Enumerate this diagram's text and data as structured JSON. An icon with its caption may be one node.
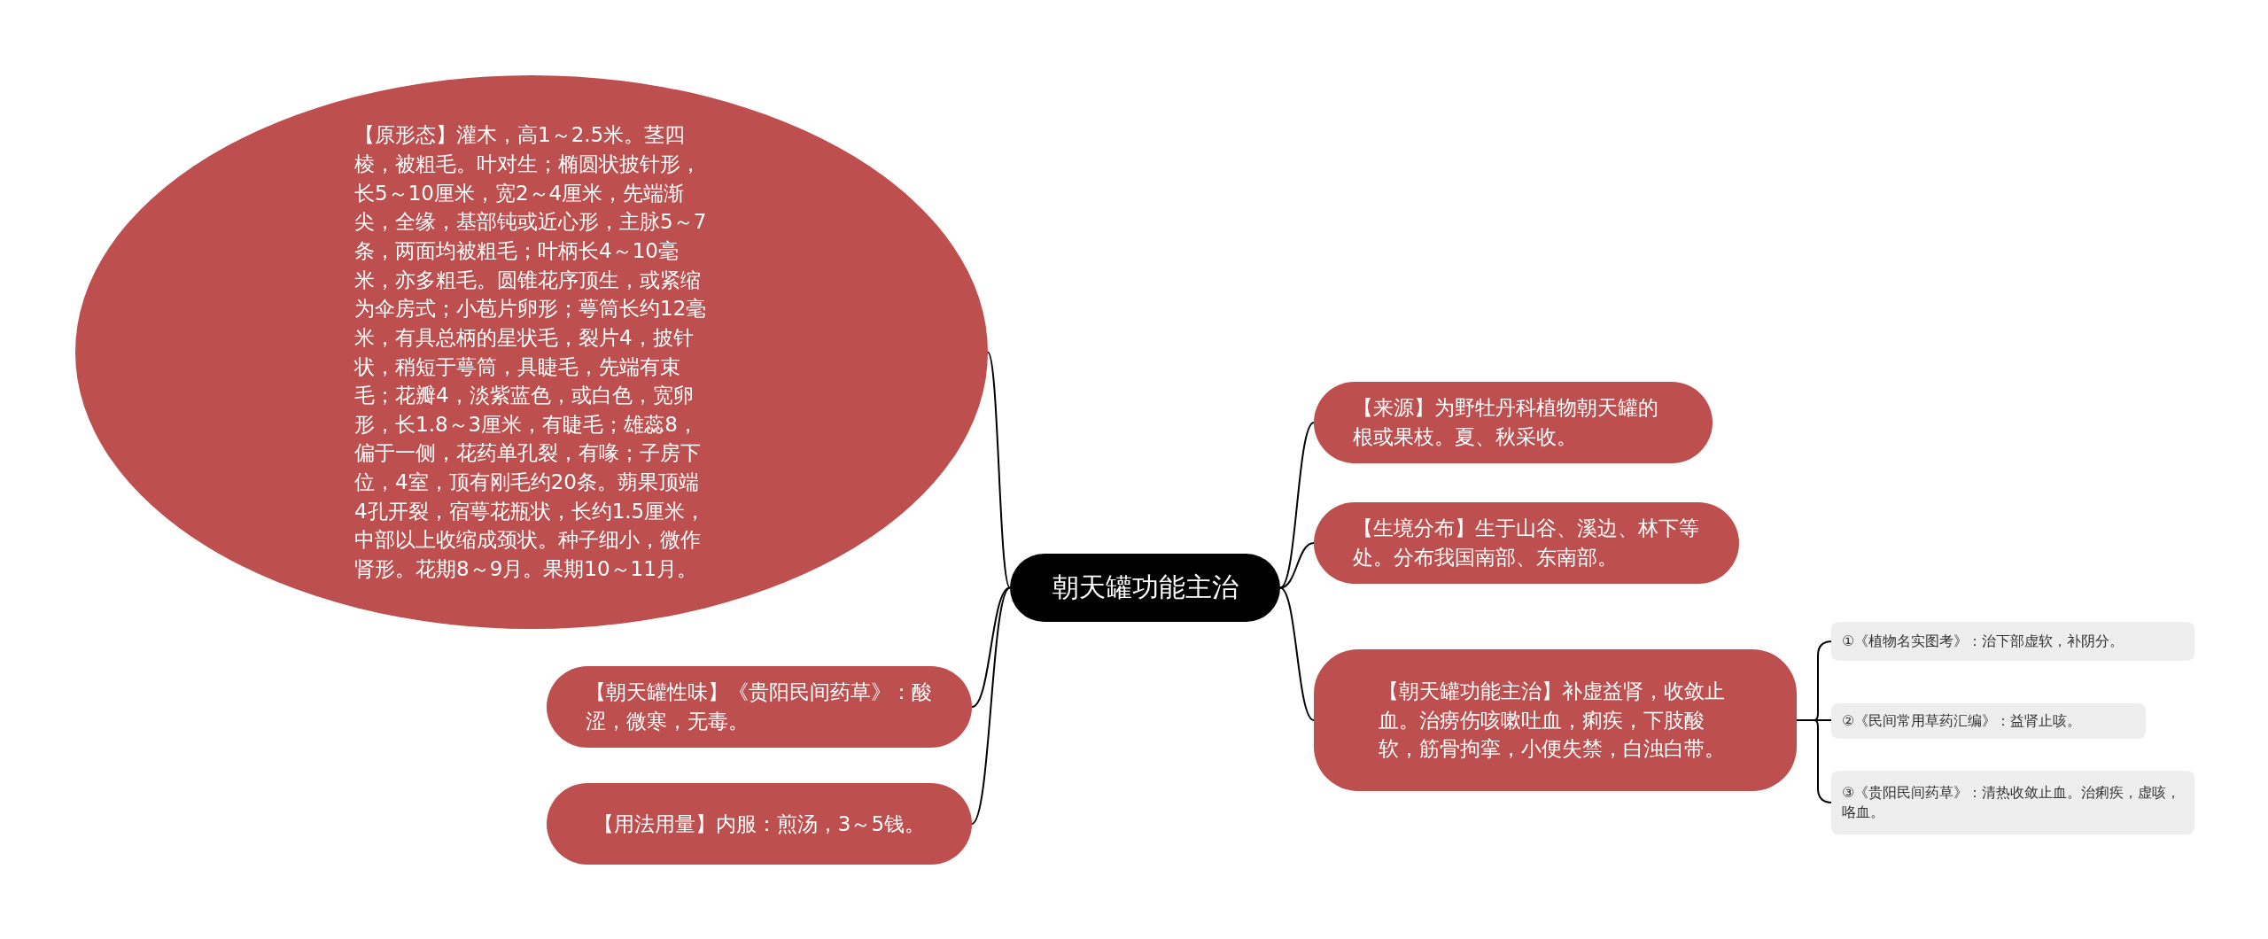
{
  "diagram": {
    "nodes": [
      {
        "text": [
          "朝天罐功能主治"
        ]
      },
      {
        "text": [
          "【原形态】灌木，高1～2.5米。茎四棱，被粗毛。叶对生；椭圆状披针形，长5～10厘米，宽2～4厘米，先端渐尖，全缘，基部钝或近心形，主脉5～7条，两面均被粗毛；叶柄长4～10毫米，亦多粗毛。圆锥花序顶生，或紧缩为伞房式；小苞片卵形；萼筒长约12毫米，有具总柄的星状毛，裂片4，披针状，稍短于萼筒，具睫毛，先端有束毛；花瓣4，淡紫蓝色，或白色，宽卵形，长1.8～3厘米，有睫毛；雄蕊8，偏于一侧，花药单孔裂，有喙；子房下位，4室，顶有刚毛约20条。蒴果顶端4孔开裂，宿萼花瓶状，长约1.5厘米，中部以上收缩成颈状。种子细小，微作肾形。花期8～9月。果期10～11月。"
        ]
      },
      {
        "text": [
          "【朝天罐性味】《贵阳民间药草》：酸涩，微寒，无毒。"
        ]
      },
      {
        "text": [
          "【用法用量】内服：煎汤，3～5钱。"
        ]
      },
      {
        "text": [
          "【来源】为野牡丹科植物朝天罐的根或果枝。夏、秋采收。"
        ]
      },
      {
        "text": [
          "【生境分布】生于山谷、溪边、林下等处。分布我国南部、东南部。"
        ]
      },
      {
        "text": [
          "【朝天罐功能主治】补虚益肾，收敛止血。治痨伤咳嗽吐血，痢疾，下肢酸软，筋骨拘挛，小便失禁，白浊白带。"
        ]
      },
      {
        "text": [
          "①《植物名实图考》：治下部虚软，补阴分。"
        ]
      },
      {
        "text": [
          "②《民间常用草药汇编》：益肾止咳。"
        ]
      },
      {
        "text": [
          "③《贵阳民间药草》：清热收敛止血。治痢疾，虚咳，咯血。"
        ]
      }
    ],
    "edges": [
      {
        "from": 0,
        "to": 1,
        "arrow": "none"
      },
      {
        "from": 0,
        "to": 2,
        "arrow": "none"
      },
      {
        "from": 0,
        "to": 3,
        "arrow": "none"
      },
      {
        "from": 0,
        "to": 4,
        "arrow": "none"
      },
      {
        "from": 0,
        "to": 5,
        "arrow": "none"
      },
      {
        "from": 0,
        "to": 6,
        "arrow": "none"
      },
      {
        "from": 6,
        "to": 7,
        "arrow": "none"
      },
      {
        "from": 6,
        "to": 8,
        "arrow": "none"
      },
      {
        "from": 6,
        "to": 9,
        "arrow": "none"
      }
    ]
  }
}
